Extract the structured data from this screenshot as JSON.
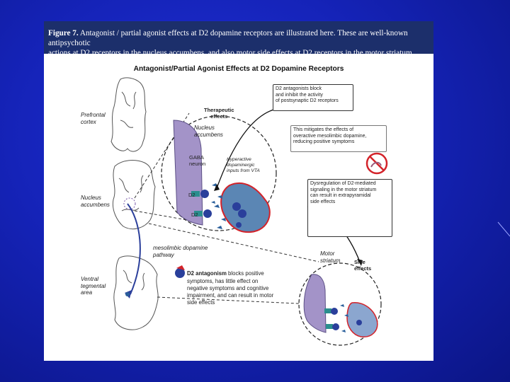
{
  "caption": {
    "figure_label": "Figure 7.",
    "text_line1": "Antagonist / partial agonist effects at D2 dopamine receptors are illustrated here. These are well-known antipsychotic",
    "text_line2": "actions at D2 receptors in the nucleus accumbens, and also motor side effects at D2 receptors in the motor striatum."
  },
  "diagram": {
    "title": "Antagonist/Partial Agonist Effects at D2 Dopamine Receptors",
    "brain_labels": {
      "prefrontal": "Prefrontal\ncortex",
      "nucleus": "Nucleus\naccumbens",
      "vta": "Ventral\ntegmental\narea",
      "pathway": "mesolimbic dopamine\npathway"
    },
    "therapeutic_panel": {
      "title": "Therapeutic\neffects",
      "region": "Nucleus\naccumbens",
      "gaba": "GABA\nneuron",
      "input": "Hyperactive\ndopaminergic\ninputs from VTA",
      "receptor_a": "D2",
      "receptor_b": "D2"
    },
    "callouts": {
      "block": "D2 antagonists block\nand inhibit the activity\nof postsynaptic D2 receptors",
      "mitigate": "This mitigates the effects of\noveractive mesolimbic dopamine,\nreducing positive symptoms",
      "dysregulation": "Dysregulation of D2-mediated\nsignaling in the motor striatum\ncan result in extrapyramidal\nside effects"
    },
    "side_panel": {
      "region": "Motor\nstriatum",
      "title": "Side\neffects"
    },
    "summary": {
      "bold": "D2 antagonism",
      "rest_line1": " blocks positive",
      "rest_lines": "symptoms, has little effect on\nnegative symptoms and cognitive\nimpairment, and can result in motor\nside effects"
    }
  }
}
